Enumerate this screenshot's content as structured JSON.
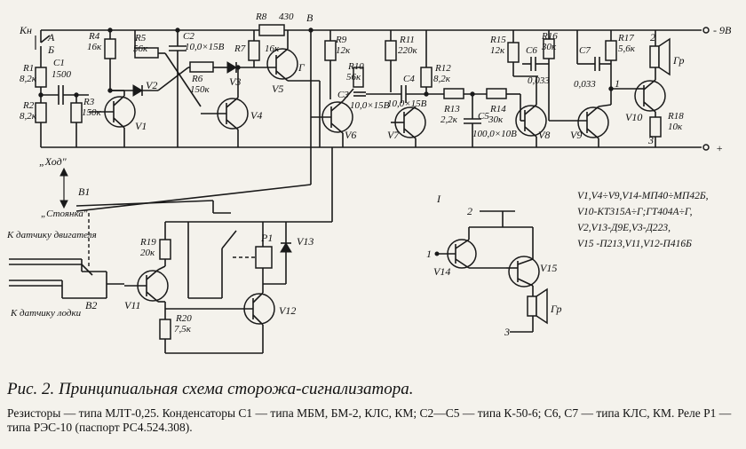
{
  "caption": "Рис. 2. Принципиальная схема сторожа-сигнализатора.",
  "note": "Резисторы — типа МЛТ-0,25. Конденсаторы C1 — типа МБМ, БМ-2, КЛС, КМ; C2—C5 — типа К-50-6; C6, C7 — типа КЛС, КМ. Реле P1 — типа РЭС-10 (паспорт РС4.524.308).",
  "power": {
    "minus": "- 9В",
    "plus": "+"
  },
  "switch": {
    "kn": "Кн",
    "a": "А",
    "b": "Б"
  },
  "mode_switch": {
    "name": "В1",
    "hod": "„Ход\"",
    "stoyanka": "„Стоянка\""
  },
  "sensor_switch": "В2",
  "sensors": {
    "engine": "К датчику двигателя",
    "boat": "К датчику лодки"
  },
  "node_b": "В",
  "node_g": "Г",
  "points": {
    "p1": "1",
    "p2": "2",
    "p3": "3"
  },
  "resistors": {
    "R1": [
      "R1",
      "8,2к"
    ],
    "R2": [
      "R2",
      "8,2к"
    ],
    "R3": [
      "R3",
      "150к"
    ],
    "R4": [
      "R4",
      "16к"
    ],
    "R5": [
      "R5",
      "56к"
    ],
    "R6": [
      "R6",
      "150к"
    ],
    "R7": [
      "R7",
      "16к"
    ],
    "R8": [
      "R8",
      "430"
    ],
    "R9": [
      "R9",
      "12к"
    ],
    "R10": [
      "R10",
      "56к"
    ],
    "R11": [
      "R11",
      "220к"
    ],
    "R12": [
      "R12",
      "8,2к"
    ],
    "R13": [
      "R13",
      "2,2к"
    ],
    "R14": [
      "R14",
      "30к"
    ],
    "R15": [
      "R15",
      "12к"
    ],
    "R16": [
      "R16",
      "30к"
    ],
    "R17": [
      "R17",
      "5,6к"
    ],
    "R18": [
      "R18",
      "10к"
    ],
    "R19": [
      "R19",
      "20к"
    ],
    "R20": [
      "R20",
      "7,5к"
    ]
  },
  "capacitors": {
    "C1": [
      "C1",
      "1500"
    ],
    "C2": [
      "C2",
      "10,0×15В"
    ],
    "C3": [
      "C3",
      "10,0×15В"
    ],
    "C4": [
      "C4",
      "10,0×15В"
    ],
    "C5": [
      "C5",
      "100,0×10В"
    ],
    "C6": [
      "C6",
      "0,033"
    ],
    "C7": [
      "C7",
      "0,033"
    ]
  },
  "transistors": [
    "V1",
    "V4",
    "V5",
    "V6",
    "V7",
    "V8",
    "V9",
    "V10",
    "V11",
    "V12",
    "V14",
    "V15"
  ],
  "diodes": [
    "V2",
    "V3",
    "V13"
  ],
  "relay": "Р1",
  "speaker": "Гр",
  "inset": "I",
  "parts_list": [
    "V1,V4÷V9,V14-МП40÷МП42Б,",
    "V10-КТ315А÷Г;ГТ404А÷Г,",
    "V2,V13-Д9Е,V3-Д223,",
    "V15 -П213,V11,V12-П416Б"
  ]
}
